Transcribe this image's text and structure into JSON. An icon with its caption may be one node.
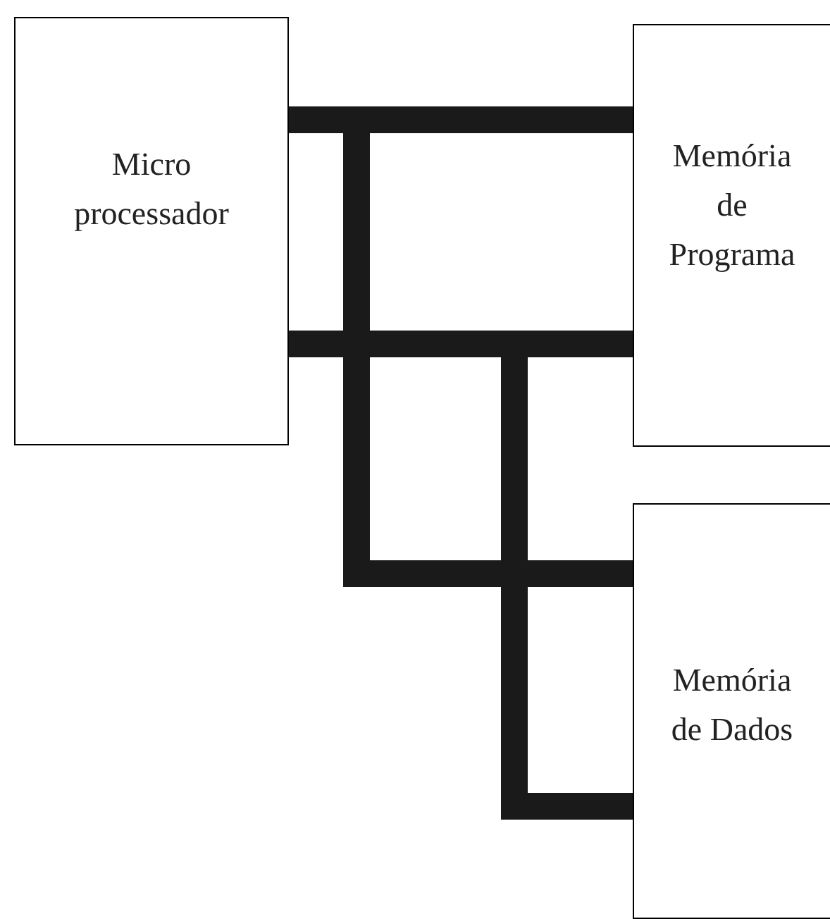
{
  "diagram": {
    "nodes": [
      {
        "text": [
          "Micro processador"
        ]
      },
      {
        "text": [
          "Memória de Programa"
        ]
      },
      {
        "text": [
          "Memória de Dados"
        ]
      }
    ],
    "edges": [
      {
        "from": 0,
        "to": 1,
        "arrow": "none"
      },
      {
        "from": 0,
        "to": 2,
        "arrow": "none"
      },
      {
        "from": 0,
        "to": 1,
        "arrow": "none"
      },
      {
        "from": 0,
        "to": 2,
        "arrow": "none"
      }
    ]
  }
}
